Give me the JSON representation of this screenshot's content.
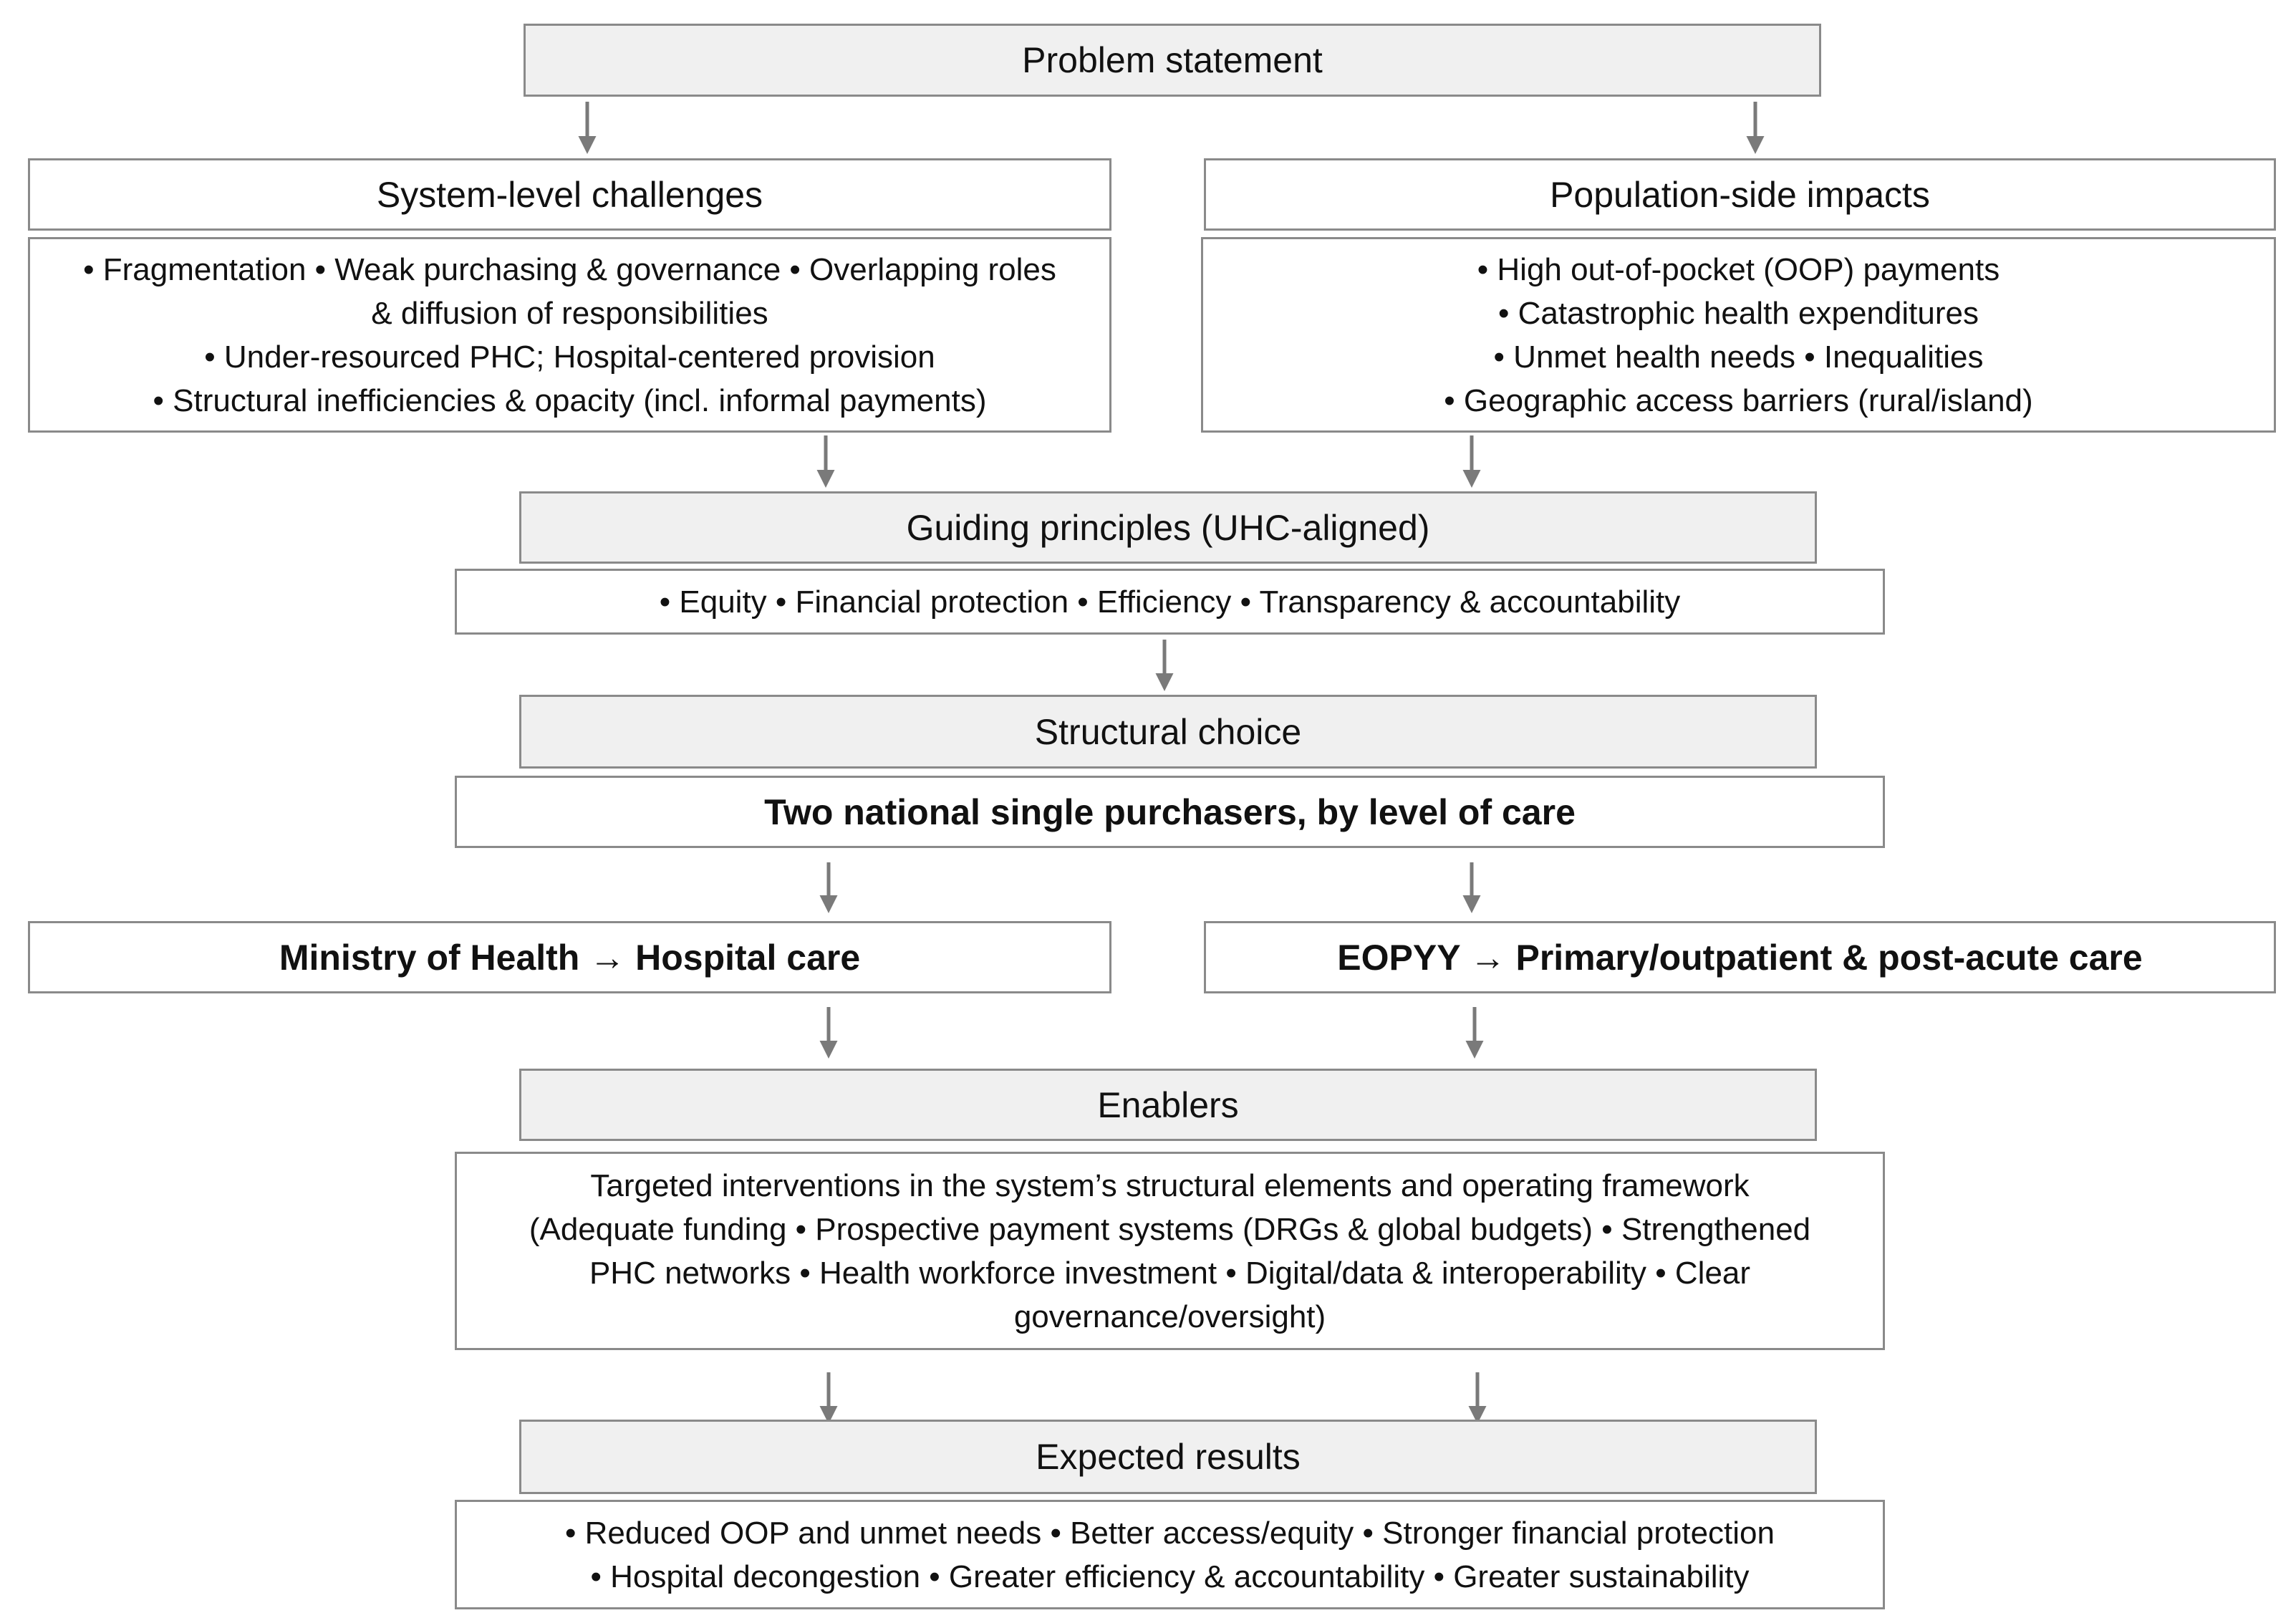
{
  "problem": {
    "title": "Problem statement"
  },
  "system": {
    "title": "System-level challenges",
    "lines": [
      "• Fragmentation • Weak purchasing & governance • Overlapping roles",
      "& diffusion of responsibilities",
      "• Under-resourced PHC; Hospital-centered provision",
      "• Structural inefficiencies & opacity (incl. informal payments)"
    ]
  },
  "population": {
    "title": "Population-side impacts",
    "lines": [
      "• High out-of-pocket (OOP) payments",
      "• Catastrophic health expenditures",
      "• Unmet health needs • Inequalities",
      "• Geographic access barriers (rural/island)"
    ]
  },
  "principles": {
    "title": "Guiding principles (UHC-aligned)",
    "text": "• Equity • Financial protection • Efficiency • Transparency & accountability"
  },
  "structural": {
    "title": "Structural choice",
    "text": "Two national single purchasers, by level of care"
  },
  "ministry": {
    "text": "Ministry of Health → Hospital care"
  },
  "eopyy": {
    "text": "EOPYY → Primary/outpatient & post-acute care"
  },
  "enablers": {
    "title": "Enablers",
    "lines": [
      "Targeted interventions in the system’s structural elements and operating framework",
      "(Adequate funding • Prospective payment systems (DRGs & global budgets) • Strengthened",
      "PHC networks • Health workforce investment  • Digital/data & interoperability • Clear",
      "governance/oversight)"
    ]
  },
  "results": {
    "title": "Expected results",
    "lines": [
      "• Reduced OOP and unmet needs • Better access/equity • Stronger financial protection",
      "• Hospital decongestion • Greater efficiency & accountability • Greater sustainability"
    ]
  }
}
